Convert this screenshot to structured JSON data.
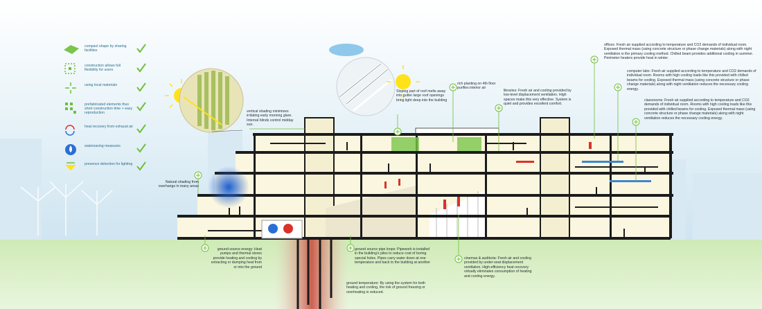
{
  "legend": [
    {
      "icon": "compact-shape-icon",
      "text": "compact shape by sharing facilities"
    },
    {
      "icon": "flexible-construction-icon",
      "text": "construction allows full flexibility for users"
    },
    {
      "icon": "local-materials-icon",
      "text": "using local materials"
    },
    {
      "icon": "prefabricated-elements-icon",
      "text": "prefabricated elements thus short construction time + easy reproduction"
    },
    {
      "icon": "heat-recovery-icon",
      "text": "heat recovery from exhaust air"
    },
    {
      "icon": "watersaving-icon",
      "text": "watersaving measures"
    },
    {
      "icon": "presence-detection-icon",
      "text": "presence detection for lighting"
    }
  ],
  "annotations": {
    "vertical_shading": "vertical shading minimizes irritating early morning glare. Internal blinds control midday sun.",
    "roof_openings": "Sloping part of roof melts away into gutter large roof openings bring light deep into the building",
    "rich_planting": "rich planting on 4th floor purifies interior air",
    "libraries": "libraries: Fresh air and cooling provided by low-level displacement ventilation. High spaces make this very effective. System is quiet and provides excellent comfort.",
    "offices": "offices: Fresh air supplied according to temperature and CO2 demands of individual room. Exposed thermal mass (using concrete structure or phase change materials) along with night ventilation is the primary cooling method. Chilled beam provides additional cooling in summer. Perimeter heaters provide heat in winter.",
    "computer_labs": "computer labs: Fresh air supplied according to temperature and CO2 demands of individual room. Rooms with high cooling loads like this provided with chilled beams for cooling. Exposed thermal mass (using concrete structure or phase change materials) along with night ventilation reduces the necessary cooling energy.",
    "classrooms": "classrooms: Fresh air supplied according to temperature and CO2 demands of individual room. Rooms with high cooling loads like this provided with chilled beams for cooling. Exposed thermal mass (using concrete structure or phase change materials) along with night ventilation reduces the necessary cooling energy.",
    "natural_shading": "Natural shading from overhangs in many areas",
    "ground_source_energy": "ground source energy: Heat pumps and thermal stores provide heating and cooling by extracting or dumping heat from or into the ground",
    "pipe_loops": "ground source pipe loops: Pipework is installed in the building's piles to reduce cost of boring special holes. Pipes carry water down at one temperature and back to the building at another",
    "ground_temperature": "ground temperature: By using the system for both heating and cooling, the risk of ground freezing or overheating is reduced.",
    "cinemas": "cinemas & auditoria: Fresh air and cooling provided by under-seat displacement ventilation. High-efficiency heat recovery virtually eliminates consumption of heating and cooling energy."
  },
  "colors": {
    "sky_top": "#d7eaf4",
    "ground": "#bfe3a4",
    "accent_green": "#6fbf3a",
    "building_fill": "#fbf6df",
    "structure": "#1b1b1b",
    "legend_text": "#2b6d8a",
    "sun": "#ffe21a",
    "warm_pipe": "#c94a3a"
  }
}
